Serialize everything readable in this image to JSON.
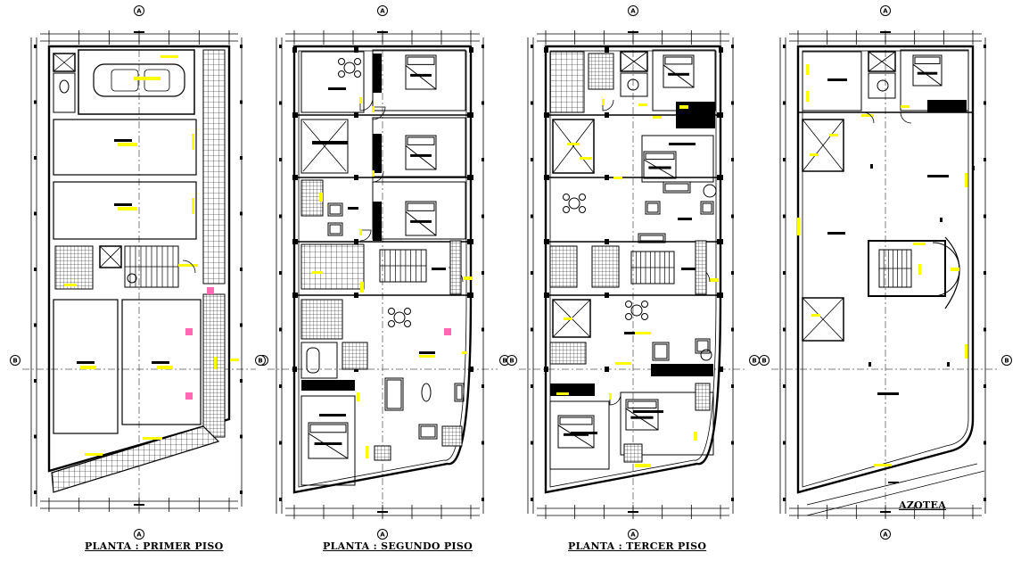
{
  "drawing": {
    "plans": [
      {
        "id": "primer-piso",
        "title": "PLANTA : PRIMER PISO",
        "kind": "ground"
      },
      {
        "id": "segundo-piso",
        "title": "PLANTA : SEGUNDO PISO",
        "kind": "upper"
      },
      {
        "id": "tercer-piso",
        "title": "PLANTA : TERCER PISO",
        "kind": "upper"
      },
      {
        "id": "azotea",
        "title": "AZOTEA",
        "kind": "roof"
      }
    ],
    "axis_labels": {
      "section_a": "A",
      "section_b": "B"
    },
    "colors": {
      "line": "#000000",
      "highlight": "#ffff00",
      "accent": "#ff69b4",
      "background": "#ffffff"
    },
    "icons": [
      "car-icon",
      "bed-icon",
      "stair-icon",
      "dining-table-icon",
      "toilet-icon",
      "bathtub-icon",
      "sofa-icon"
    ]
  }
}
